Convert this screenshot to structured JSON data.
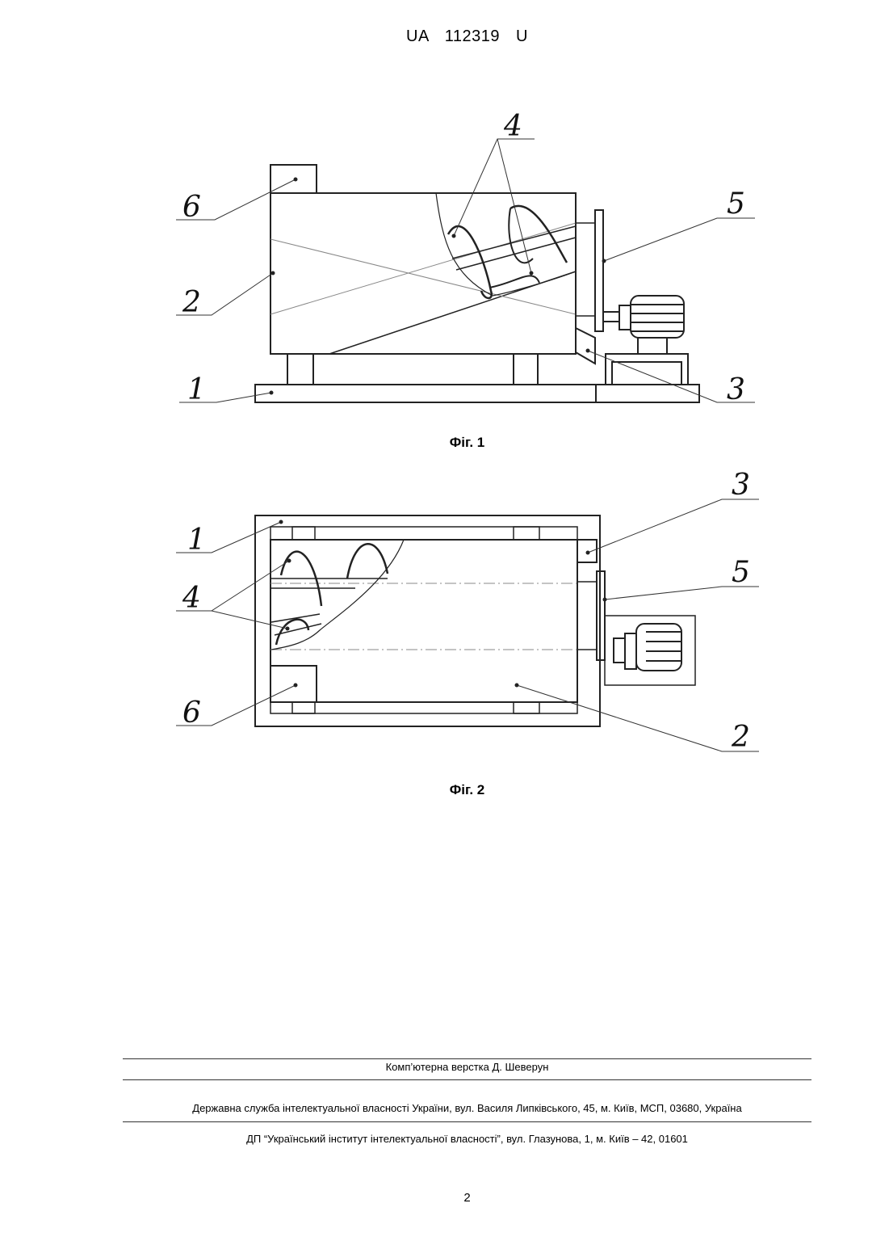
{
  "header": {
    "doc_id": "UA   112319   U"
  },
  "figures": [
    {
      "caption": "Фіг. 1",
      "labels": {
        "n1": "1",
        "n2": "2",
        "n3": "3",
        "n4": "4",
        "n5": "5",
        "n6": "6"
      }
    },
    {
      "caption": "Фіг. 2",
      "labels": {
        "n1": "1",
        "n2": "2",
        "n3": "3",
        "n4": "4",
        "n5": "5",
        "n6": "6"
      }
    }
  ],
  "footer": {
    "typesetting": "Комп’ютерна верстка Д. Шеверун",
    "agency": "Державна служба інтелектуальної власності України, вул. Василя Липківського, 45, м. Київ, МСП, 03680, Україна",
    "institute": "ДП “Український інститут інтелектуальної власності”, вул. Глазунова, 1, м. Київ – 42, 01601"
  },
  "page_number": "2"
}
